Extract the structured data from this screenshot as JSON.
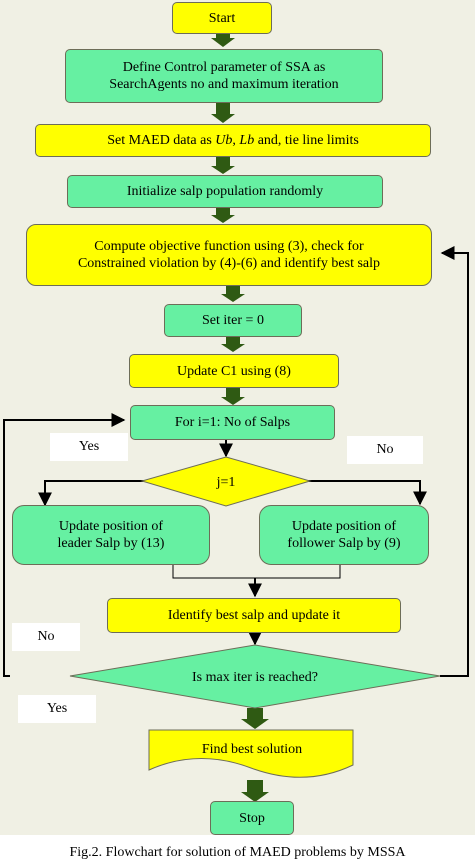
{
  "colors": {
    "terminal_fill": "#ffff00",
    "process_fill": "#66f0a2",
    "action_fill": "#ffff00",
    "arrow": "#2f5a13",
    "line": "#000000",
    "background": "#f0f0e4"
  },
  "nodes": {
    "start": "Start",
    "define_params_line1": "Define Control parameter of SSA as",
    "define_params_line2": "SearchAgents  no and maximum iteration",
    "set_maed_pre": "Set MAED data as ",
    "set_maed_ub": "Ub",
    "set_maed_sep": ", ",
    "set_maed_lb": "Lb",
    "set_maed_post": " and, tie line limits",
    "init_population": "Initialize salp population randomly",
    "compute_line1": "Compute objective function using (3), check for",
    "compute_line2": "Constrained violation by (4)-(6) and identify best salp",
    "set_iter": "Set iter = 0",
    "update_c1": "Update C1 using (8)",
    "for_loop": "For i=1: No of Salps",
    "decision_j": "j=1",
    "update_leader_line1": "Update position of",
    "update_leader_line2": "leader Salp by (13)",
    "update_follower_line1": "Update position of",
    "update_follower_line2": "follower Salp by (9)",
    "identify_best": "Identify best salp and update it",
    "decision_max_iter": "Is max iter is reached?",
    "find_best": "Find best solution",
    "stop": "Stop"
  },
  "edge_labels": {
    "j_yes": "Yes",
    "j_no": "No",
    "max_no": "No",
    "max_yes": "Yes"
  },
  "caption": "Fig.2. Flowchart for solution of MAED problems by MSSA"
}
